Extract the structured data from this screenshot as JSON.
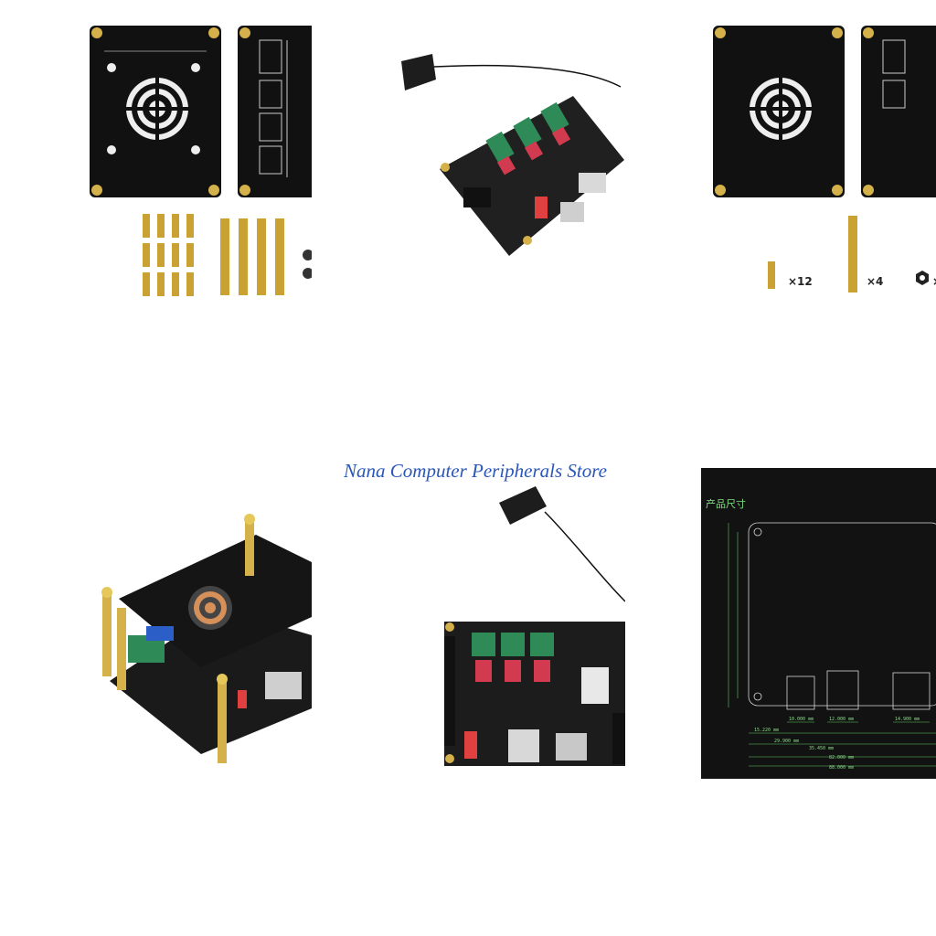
{
  "store": {
    "name": "Nana Computer Peripherals Store"
  },
  "tile_kit_photo": {
    "parts": [
      "acrylic-top-plate",
      "acrylic-bottom-plate",
      "short-brass-standoffs",
      "long-brass-standoffs"
    ]
  },
  "tile_board_photo": {
    "parts": [
      "controller-board",
      "wifi-antenna"
    ]
  },
  "tile_kit_quantities": {
    "short_standoff_qty": "×12",
    "long_standoff_qty": "×4",
    "nut_qty": "×"
  },
  "tile_assembled_photo": {
    "parts": [
      "assembled-case"
    ]
  },
  "tile_board_top_photo": {
    "parts": [
      "controller-board-top",
      "wifi-antenna"
    ]
  },
  "tile_dimensions": {
    "title": "产品尺寸",
    "labels": [
      "15.220 mm",
      "29.900 mm",
      "35.450 mm",
      "82.000 mm",
      "88.000 mm",
      "10.000 mm",
      "12.000 mm",
      "14.900 mm"
    ]
  },
  "colors": {
    "accent": "#2a56b8",
    "dim_line": "#5fc85f",
    "pcb": "#1a1a1a",
    "brass": "#c9a233"
  }
}
